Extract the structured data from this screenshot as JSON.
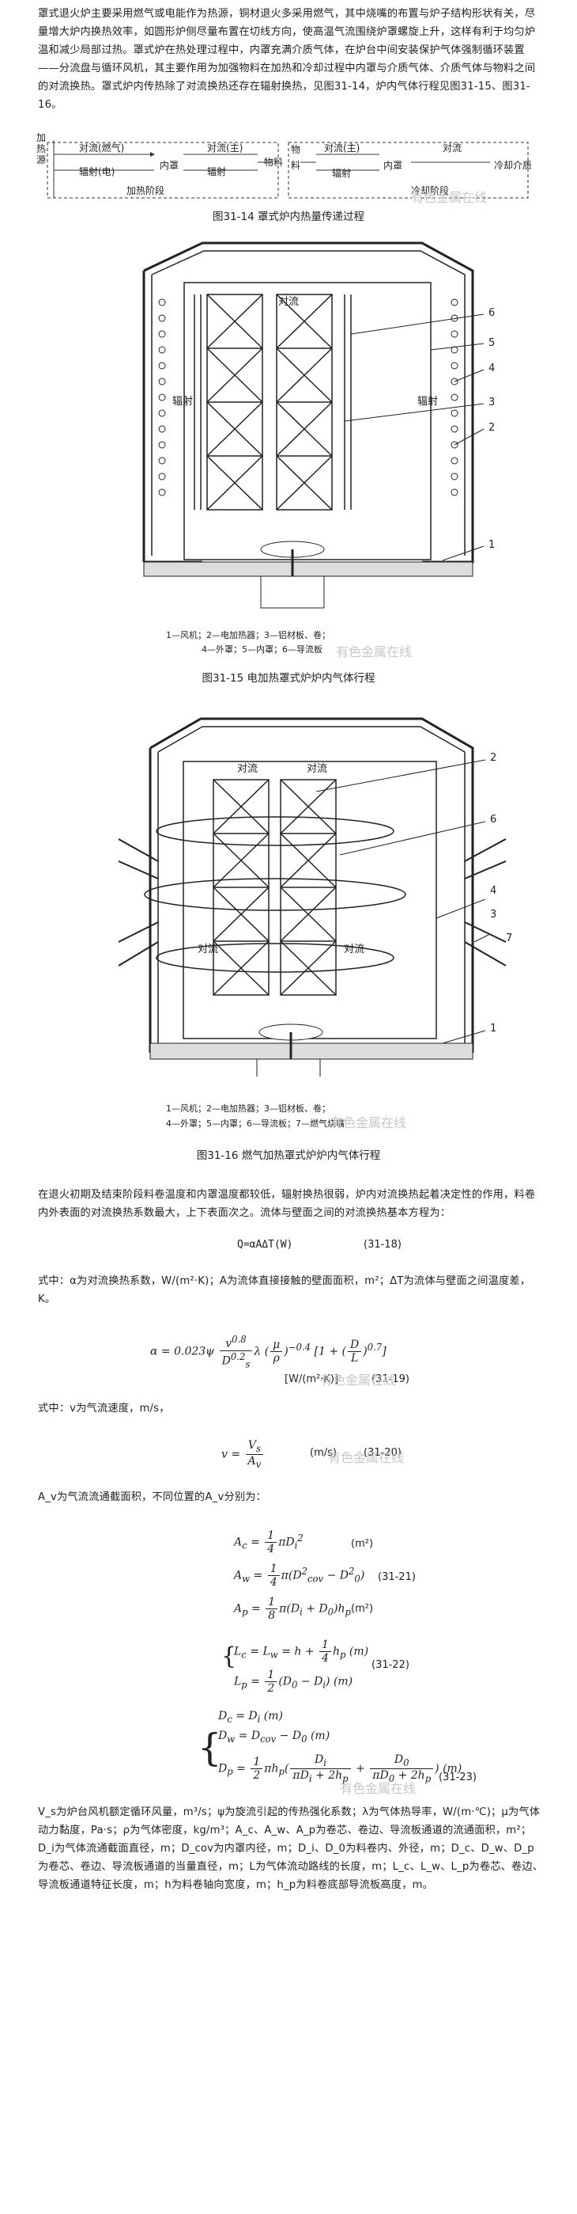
{
  "intro": "罩式退火炉主要采用燃气或电能作为热源，铜材退火多采用燃气，其中烧嘴的布置与炉子结构形状有关，尽量增大炉内换热效率，如圆形炉侧尽量布置在切线方向，使高温气流围绕炉罩螺旋上升，这样有利于均匀炉温和减少局部过热。罩式炉在热处理过程中，内罩充满介质气体，在炉台中间安装保护气体强制循环装置——分流盘与循环风机，其主要作用为加强物料在加热和冷却过程中内罩与介质气体、介质气体与物料之间的对流换热。罩式炉内传热除了对流换热还存在辐射换热，见图31-14，炉内气体行程见图31-15、图31-16。",
  "fig14": {
    "left_label": "加热源",
    "row1": "对流(燃气)",
    "row1b": "对流(主)",
    "inner": "内罩",
    "row2": "辐射(电)",
    "row2b": "辐射",
    "material": "物料",
    "stage1": "加热阶段",
    "right_label": "物",
    "material2": "料",
    "r_row1": "对流(主)",
    "r_inner": "内罩",
    "r_row2": "辐射",
    "r_row1b": "对流",
    "r_end": "冷却介质",
    "stage2": "冷却阶段",
    "caption": "图31-14  罩式炉内热量传递过程"
  },
  "fig15": {
    "top": "对流",
    "left": "辐射",
    "right": "辐射",
    "n1": "1",
    "n2": "2",
    "n3": "3",
    "n4": "4",
    "n5": "5",
    "n6": "6",
    "legend1": "1—风机；2—电加热器；3—铝材板、卷；",
    "legend2": "4—外罩；5—内罩；6—导流板",
    "caption": "图31-15  电加热罩式炉炉内气体行程"
  },
  "fig16": {
    "top_left": "对流",
    "top_right": "对流",
    "mid_left": "对流",
    "mid_right": "对流",
    "n1": "1",
    "n2": "2",
    "n3": "3",
    "n4": "4",
    "n6": "6",
    "n7": "7",
    "legend1": "1—风机；2—电加热器；3—铝材板、卷；",
    "legend2": "4—外罩；5—内罩；6—导流板；7—燃气烧嘴",
    "caption": "图31-16  燃气加热罩式炉炉内气体行程"
  },
  "para2": "在退火初期及结束阶段料卷温度和内罩温度都较低，辐射换热很弱，炉内对流换热起着决定性的作用，料卷内外表面的对流换热系数最大，上下表面次之。流体与壁面之间的对流换热基本方程为：",
  "eq18": "Q=αAΔT(W)",
  "eq18_tag": "(31-18)",
  "para3": "式中：α为对流换热系数，W/(m²·K)；A为流体直接接触的壁面面积，m²；ΔT为流体与壁面之间温度差，K。",
  "eq19_tag": "(31-19)",
  "eq19_unit": "[W/(m²·K)]",
  "para4": "式中：v为气流速度，m/s，",
  "eq20_unit": "(m/s)",
  "eq20_tag": "(31-20)",
  "para5": "A_v为气流流通截面积，不同位置的A_v分别为：",
  "eq21_unit1": "(m²)",
  "eq21_unit2": "(m²)",
  "eq21_tag": "(31-21)",
  "eq22_tag": "(31-22)",
  "eq23_tag": "(31-23)",
  "para6": "V_s为炉台风机额定循环风量，m³/s；ψ为旋流引起的传热强化系数；λ为气体热导率，W/(m·℃)；μ为气体动力黏度，Pa·s；ρ为气体密度，kg/m³；A_c、A_w、A_p为卷芯、卷边、导流板通道的流通面积，m²；D_i为气体流通截面直径，m；D_cov为内罩内径，m；D_i、D_0为料卷内、外径，m；D_c、D_w、D_p为卷芯、卷边、导流板通道的当量直径，m；L为气体流动路线的长度，m；L_c、L_w、L_p为卷芯、卷边、导流板通道特征长度，m；h为料卷轴向宽度，m；h_p为料卷底部导流板高度，m。",
  "watermark": "有色金属在线"
}
